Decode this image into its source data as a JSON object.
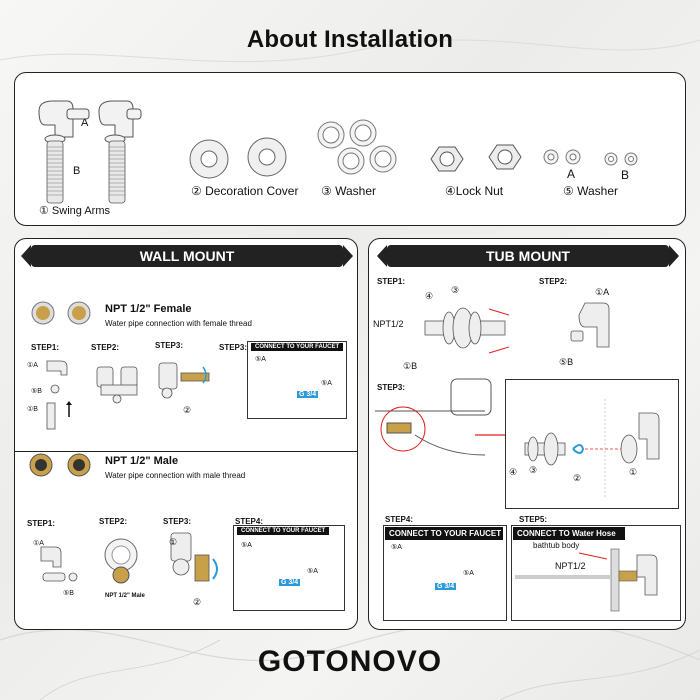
{
  "title": "About Installation",
  "parts": {
    "swing_arms": "① Swing Arms",
    "label_a": "A",
    "label_b": "B",
    "decoration_cover": "② Decoration Cover",
    "washer3": "③ Washer",
    "lock_nut": "④Lock Nut",
    "washer5": "⑤ Washer",
    "washer5_a": "A",
    "washer5_b": "B"
  },
  "wall": {
    "banner": "WALL MOUNT",
    "female": {
      "title": "NPT 1/2\" Female",
      "desc": "Water pipe connection with female thread",
      "step1": "STEP1:",
      "step2": "STEP2:",
      "step3": "STEP3:",
      "step3b": "STEP3:",
      "a1": "①A",
      "b5": "⑤B",
      "b1": "①B",
      "n2": "②",
      "connect": "CONNECT TO YOUR FAUCET",
      "a5": "⑤A",
      "a5b": "⑤A",
      "g34": "G 3/4"
    },
    "male": {
      "title": "NPT 1/2\" Male",
      "desc": "Water pipe connection with male thread",
      "step1": "STEP1:",
      "step2": "STEP2:",
      "step3": "STEP3:",
      "step4": "STEP4:",
      "a1": "①A",
      "b5": "⑤B",
      "npt": "NPT 1/2\" Male",
      "n1": "①",
      "n2": "②",
      "connect": "CONNECT TO YOUR FAUCET",
      "a5": "⑤A",
      "a5b": "⑤A",
      "g34": "G 3/4"
    }
  },
  "tub": {
    "banner": "TUB MOUNT",
    "step1": "STEP1:",
    "step2": "STEP2:",
    "step3": "STEP3:",
    "step4": "STEP4:",
    "step5": "STEP5:",
    "n4": "④",
    "n3": "③",
    "npt": "NPT1/2",
    "b1": "①B",
    "a1": "①A",
    "b5": "⑤B",
    "d4": "④",
    "d3": "③",
    "d2": "②",
    "d1": "①",
    "connect_faucet": "CONNECT TO YOUR FAUCET",
    "connect_hose": "CONNECT TO Water Hose",
    "a5": "⑤A",
    "a5b": "⑤A",
    "g34": "G 3/4",
    "bathtub_body": "bathtub body",
    "npt2": "NPT1/2"
  },
  "logo": "GOTONOVO",
  "colors": {
    "accent_blue": "#2a9ad8",
    "brass": "#c9a04a",
    "red": "#e02020"
  }
}
